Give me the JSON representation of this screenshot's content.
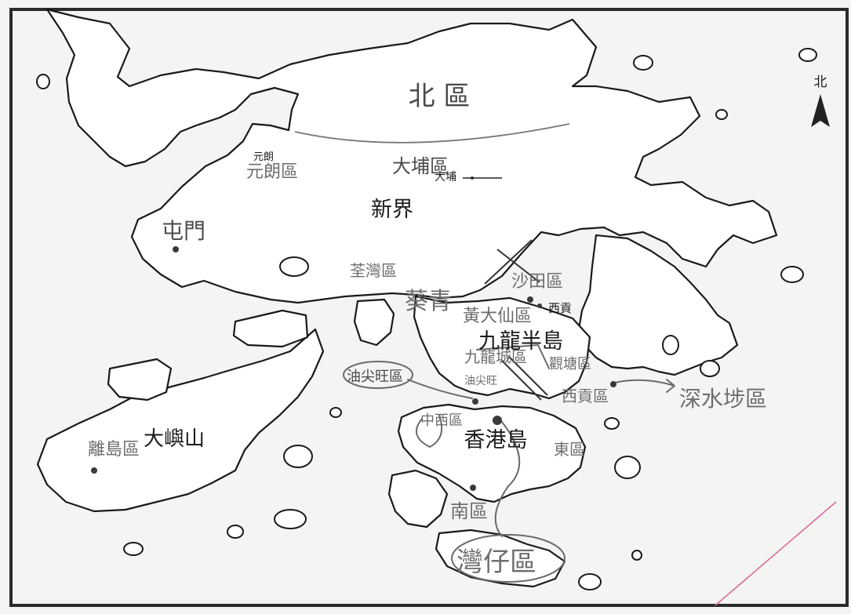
{
  "map": {
    "north_label": "北",
    "regions": {
      "north_district": "北 區",
      "new_territories": "新界",
      "kowloon_peninsula": "九龍半島",
      "hong_kong_island": "香港島",
      "lantau_island": "大嶼山"
    },
    "places": {
      "yuen_long_printed": "元朗",
      "tai_po_printed": "大埔",
      "sai_kung_printed": "西貢"
    },
    "handwritten": {
      "yuen_long_district": "元朗區",
      "tai_po_district": "大埔區",
      "tuen_mun": "屯門",
      "tsuen_wan_district": "荃灣區",
      "kwai_tsing": "葵青",
      "sha_tin_district": "沙田區",
      "wong_tai_sin_district": "黃大仙區",
      "kowloon_city_district": "九龍城區",
      "yau_tsim_mong_district": "油尖旺區",
      "yau_tsim_mong_small": "油尖旺",
      "kwun_tong_district": "觀塘區",
      "sai_kung_district": "西貢區",
      "sham_shui_po_district": "深水埗區",
      "central_western": "中西區",
      "eastern": "東區",
      "southern_district": "南區",
      "wan_chai_district": "灣仔區",
      "islands_district": "離島區"
    }
  }
}
